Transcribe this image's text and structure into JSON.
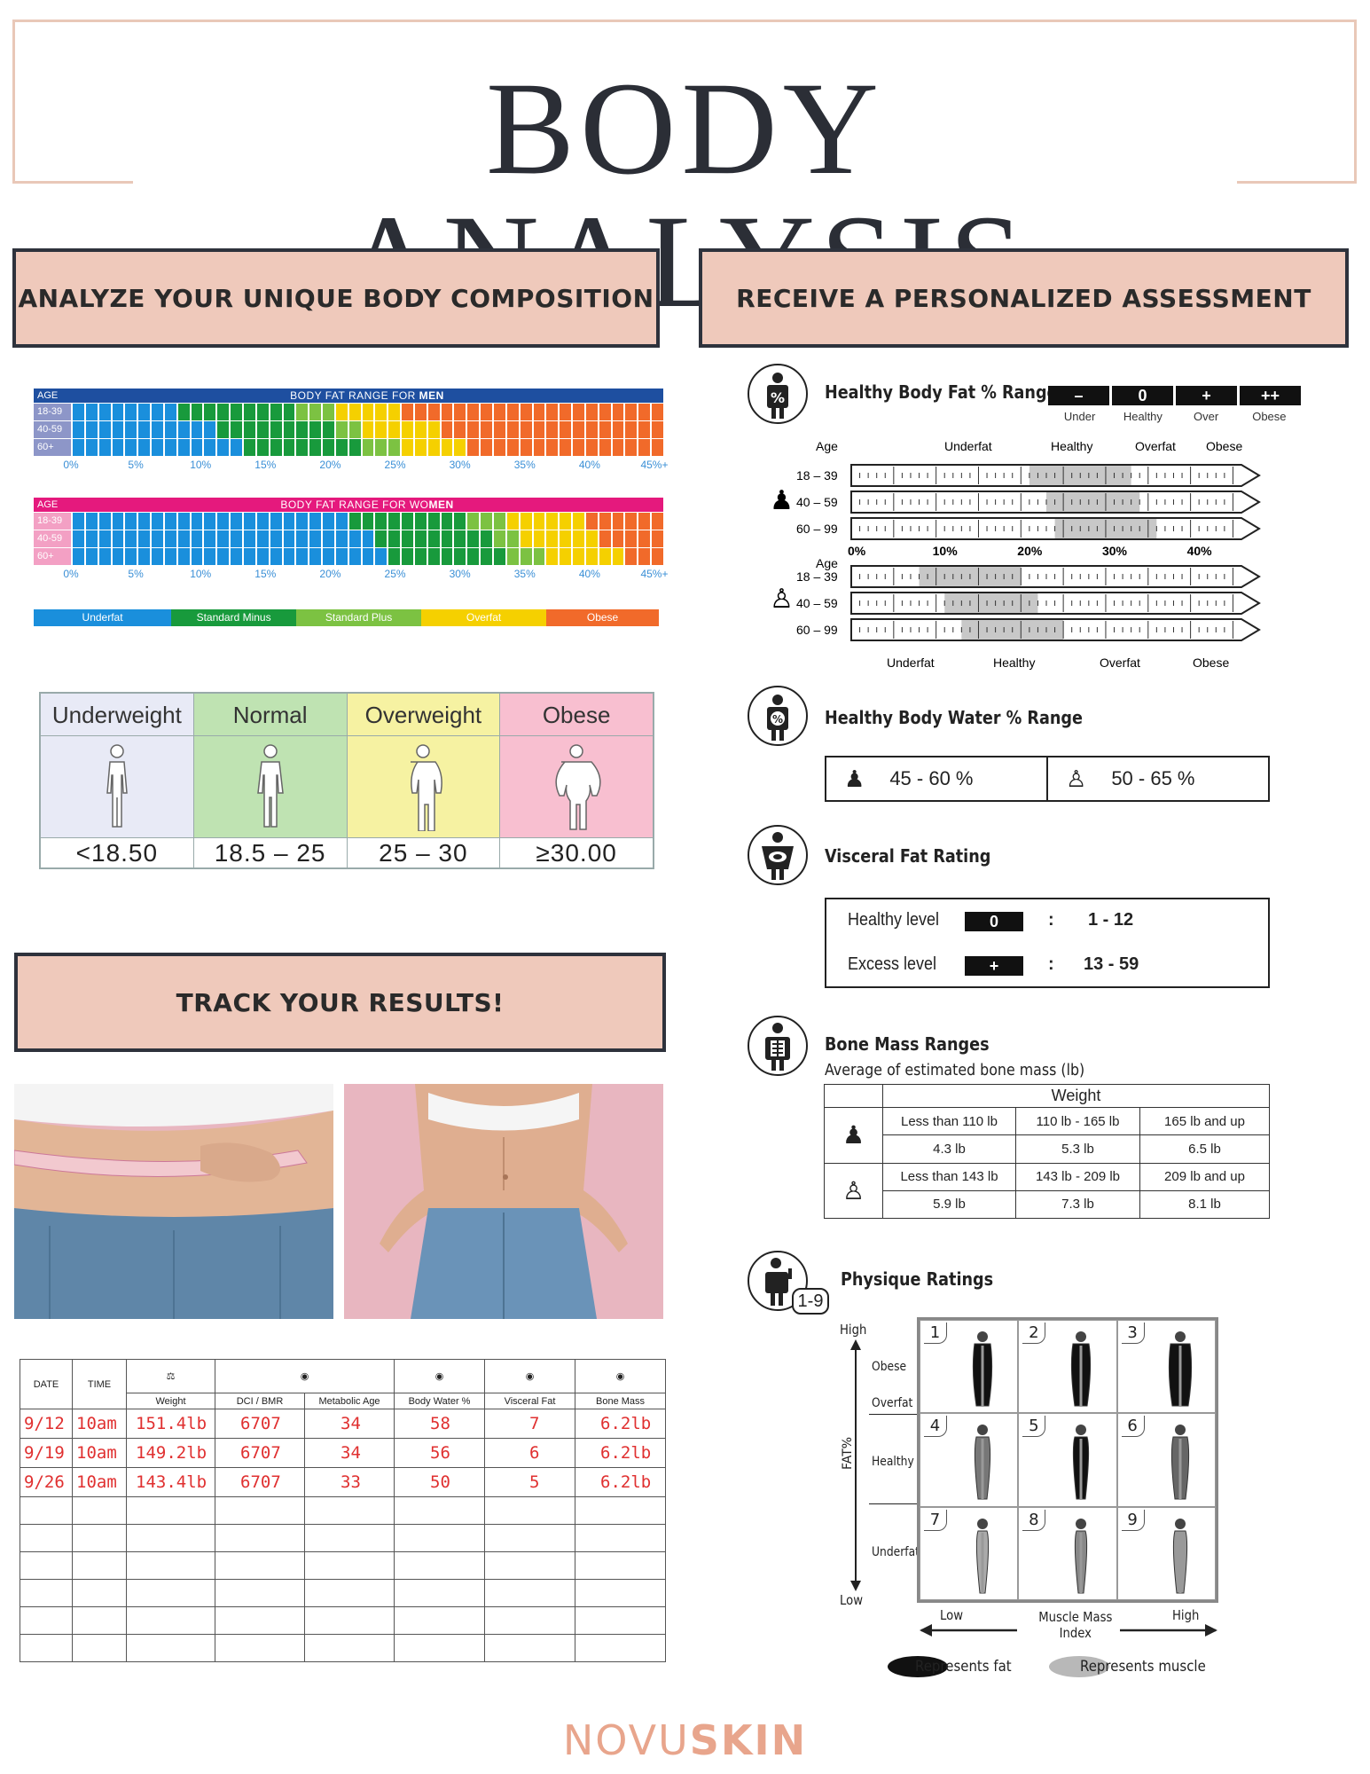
{
  "title": "BODY ANALYSIS",
  "headers": {
    "analyze": "ANALYZE YOUR UNIQUE BODY COMPOSITION",
    "assess": "RECEIVE A PERSONALIZED ASSESSMENT",
    "track": "TRACK YOUR RESULTS!"
  },
  "body_fat_chart": {
    "age_label": "AGE",
    "men_title_prefix": "BODY FAT RANGE FOR ",
    "men_title_bold": "MEN",
    "women_title_prefix": "BODY FAT RANGE FOR WO",
    "women_title_bold": "MEN",
    "age_rows": [
      "18-39",
      "40-59",
      "60+"
    ],
    "ticks": [
      "0%",
      "5%",
      "10%",
      "15%",
      "20%",
      "25%",
      "30%",
      "35%",
      "40%",
      "45%+"
    ],
    "legend": [
      "Underfat",
      "Standard Minus",
      "Standard Plus",
      "Overfat",
      "Obese"
    ],
    "colors": {
      "underfat": "#1a8fdc",
      "standard_minus": "#189a3c",
      "standard_plus": "#7cc242",
      "overfat": "#f5d000",
      "obese": "#f16a2a",
      "men_bar": "#1e4fa0",
      "women_bar": "#e5197d",
      "men_age": "#8d96c8",
      "women_age": "#f3a0c4"
    },
    "men_thresholds": [
      [
        8,
        20,
        25,
        30
      ],
      [
        11,
        22,
        28,
        33
      ],
      [
        13,
        25,
        30,
        35
      ]
    ],
    "women_thresholds": [
      [
        21,
        33,
        39,
        44
      ],
      [
        23,
        34,
        40,
        45
      ],
      [
        24,
        36,
        42,
        45
      ]
    ]
  },
  "bmi": [
    {
      "label": "Underweight",
      "value": "<18.50",
      "color": "#e8eaf6"
    },
    {
      "label": "Normal",
      "value": "18.5 – 25",
      "color": "#bfe3b2"
    },
    {
      "label": "Overweight",
      "value": "25 – 30",
      "color": "#f6f2a2"
    },
    {
      "label": "Obese",
      "value": "≥30.00",
      "color": "#f8bfd0"
    }
  ],
  "tracking": {
    "headers": {
      "date": "DATE",
      "time": "TIME",
      "weight": "Weight",
      "dci": "DCI / BMR",
      "metabolic": "Metabolic Age",
      "water": "Body Water %",
      "visceral": "Visceral Fat",
      "bone": "Bone Mass"
    },
    "rows": [
      [
        "9/12",
        "10am",
        "151.4lb",
        "6707",
        "34",
        "58",
        "7",
        "6.2lb"
      ],
      [
        "9/19",
        "10am",
        "149.2lb",
        "6707",
        "34",
        "56",
        "6",
        "6.2lb"
      ],
      [
        "9/26",
        "10am",
        "143.4lb",
        "6707",
        "33",
        "50",
        "5",
        "6.2lb"
      ]
    ]
  },
  "body_fat_ranges": {
    "title": "Healthy Body Fat % Ranges",
    "scale_symbols": [
      "–",
      "0",
      "+",
      "++"
    ],
    "scale_labels": [
      "Under",
      "Healthy",
      "Over",
      "Obese"
    ],
    "age_label": "Age",
    "top_labels": [
      "Underfat",
      "Healthy",
      "Overfat",
      "Obese"
    ],
    "bottom_labels": [
      "Underfat",
      "Healthy",
      "Overfat",
      "Obese"
    ],
    "rows": [
      "18 – 39",
      "40 – 59",
      "60 – 99"
    ],
    "percent_ticks": [
      "0%",
      "10%",
      "20%",
      "30%",
      "40%"
    ],
    "female_healthy": [
      [
        21,
        33
      ],
      [
        23,
        34
      ],
      [
        24,
        36
      ]
    ],
    "male_healthy": [
      [
        8,
        20
      ],
      [
        11,
        22
      ],
      [
        13,
        25
      ]
    ]
  },
  "water": {
    "title": "Healthy Body Water % Range",
    "female": "45 - 60 %",
    "male": "50 - 65 %"
  },
  "visceral": {
    "title": "Visceral Fat Rating",
    "healthy_label": "Healthy level",
    "healthy_symbol": "0",
    "healthy_range": "1 - 12",
    "excess_label": "Excess level",
    "excess_symbol": "+",
    "excess_range": "13 - 59",
    "colon": ":"
  },
  "bone": {
    "title": "Bone Mass Ranges",
    "subtitle": "Average of estimated bone mass (lb)",
    "weight_label": "Weight",
    "female": [
      [
        "Less than 110 lb",
        "110 lb - 165 lb",
        "165 lb and up"
      ],
      [
        "4.3 lb",
        "5.3 lb",
        "6.5 lb"
      ]
    ],
    "male": [
      [
        "Less than 143 lb",
        "143 lb - 209 lb",
        "209 lb and up"
      ],
      [
        "5.9 lb",
        "7.3 lb",
        "8.1 lb"
      ]
    ]
  },
  "physique": {
    "title": "Physique Ratings",
    "icon_label": "1-9",
    "high": "High",
    "low": "Low",
    "axis_label": "FAT%",
    "levels": [
      "Obese",
      "Overfat",
      "Healthy",
      "Underfat"
    ],
    "x_low": "Low",
    "x_mid": "Muscle Mass Index",
    "x_high": "High",
    "numbers": [
      "1",
      "2",
      "3",
      "4",
      "5",
      "6",
      "7",
      "8",
      "9"
    ],
    "legend_fat": "Represents fat",
    "legend_muscle": "Represents muscle"
  },
  "logo": {
    "part1": "NOVU",
    "part2": "SKIN",
    "color": "#e8a58c"
  }
}
